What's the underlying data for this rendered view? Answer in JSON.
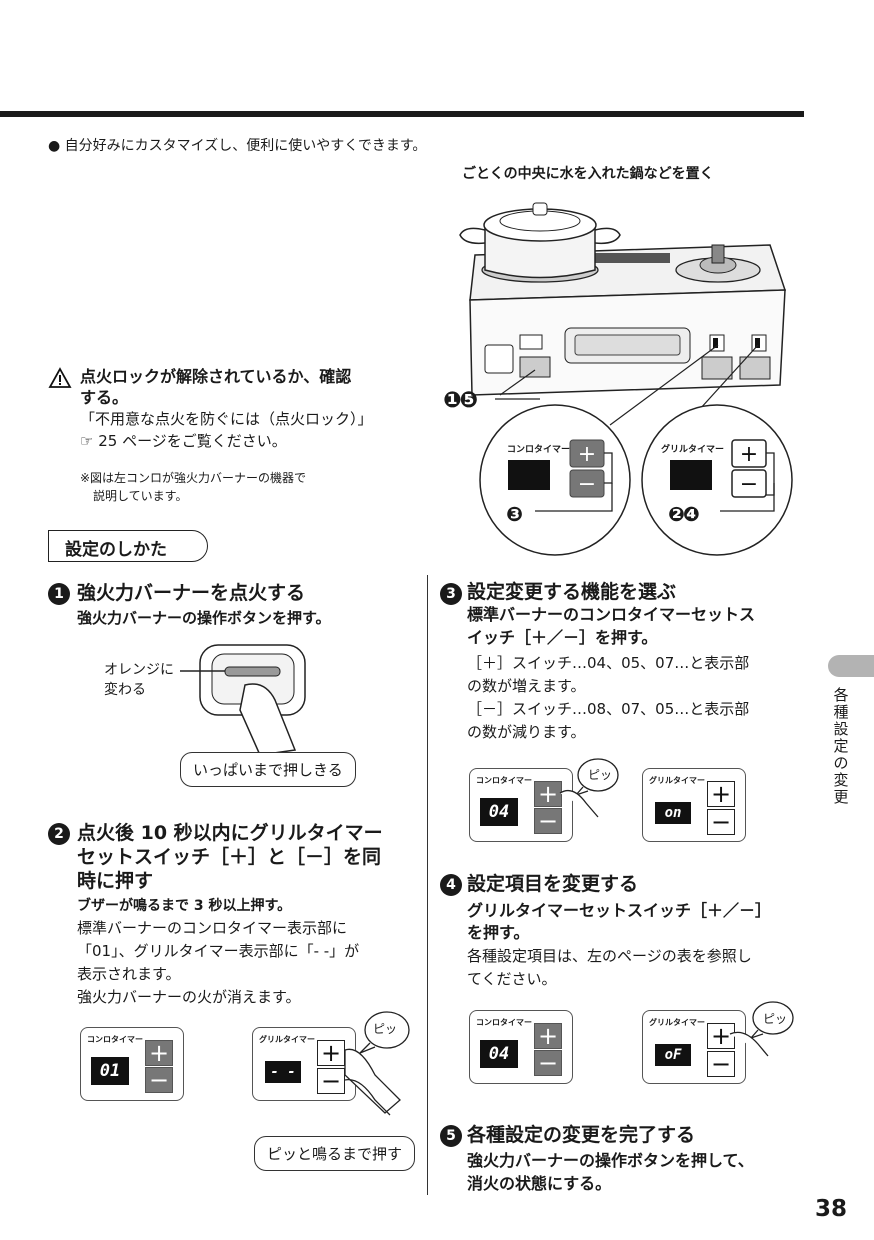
{
  "intro": "● 自分好みにカスタマイズし、便利に使いやすくできます。",
  "illustration_caption": "ごとくの中央に水を入れた鍋などを置く",
  "stove": {
    "callout_15": "❶❺",
    "callout_3": "❸",
    "callout_24": "❷❹",
    "konro_timer_label": "コンロタイマー",
    "grill_timer_label": "グリルタイマー"
  },
  "caution": {
    "title_line1": "点火ロックが解除されているか、確認",
    "title_line2": "する。",
    "line1": "「不用意な点火を防ぐには（点火ロック）」",
    "line2": "☞ 25 ページをご覧ください。"
  },
  "note": {
    "line1": "※図は左コンロが強火力バーナーの機器で",
    "line2": "説明しています。"
  },
  "section_title": "設定のしかた",
  "steps": {
    "s1": {
      "number": "1",
      "title": "強火力バーナーを点火する",
      "subtitle": "強火力バーナーの操作ボタンを押す。",
      "label_orange_1": "オレンジに",
      "label_orange_2": "変わる",
      "bubble": "いっぱいまで押しきる"
    },
    "s2": {
      "number": "2",
      "title_1": "点火後 10 秒以内にグリルタイマー",
      "title_2": "セットスイッチ［＋］と［－］を同",
      "title_3": "時に押す",
      "subtitle": "ブザーが鳴るまで 3 秒以上押す。",
      "body_1": "標準バーナーのコンロタイマー表示部に",
      "body_2": "「01」、グリルタイマー表示部に「- -」が",
      "body_3": "表示されます。",
      "body_4": "強火力バーナーの火が消えます。",
      "konro_label": "コンロタイマー",
      "konro_display": "01",
      "grill_label": "グリルタイマー",
      "grill_display": "- -",
      "beep": "ピッ",
      "bubble": "ピッと鳴るまで押す"
    },
    "s3": {
      "number": "3",
      "title": "設定変更する機能を選ぶ",
      "subtitle_1": "標準バーナーのコンロタイマーセットス",
      "subtitle_2": "イッチ［＋／－］を押す。",
      "body_1": "［＋］スイッチ…04、05、07…と表示部",
      "body_2": "の数が増えます。",
      "body_3": "［－］スイッチ…08、07、05…と表示部",
      "body_4": "の数が減ります。",
      "konro_label": "コンロタイマー",
      "konro_display": "04",
      "grill_label": "グリルタイマー",
      "grill_display": "on",
      "beep": "ピッ"
    },
    "s4": {
      "number": "4",
      "title": "設定項目を変更する",
      "subtitle_1": "グリルタイマーセットスイッチ［＋／－］",
      "subtitle_2": "を押す。",
      "body_1": "各種設定項目は、左のページの表を参照し",
      "body_2": "てください。",
      "konro_label": "コンロタイマー",
      "konro_display": "04",
      "grill_label": "グリルタイマー",
      "grill_display": "oF",
      "beep": "ピッ"
    },
    "s5": {
      "number": "5",
      "title": "各種設定の変更を完了する",
      "subtitle_1": "強火力バーナーの操作ボタンを押して、",
      "subtitle_2": "消火の状態にする。"
    }
  },
  "side_tab": "各種設定の変更",
  "page_number": "38",
  "symbols": {
    "plus": "+",
    "minus": "−"
  }
}
